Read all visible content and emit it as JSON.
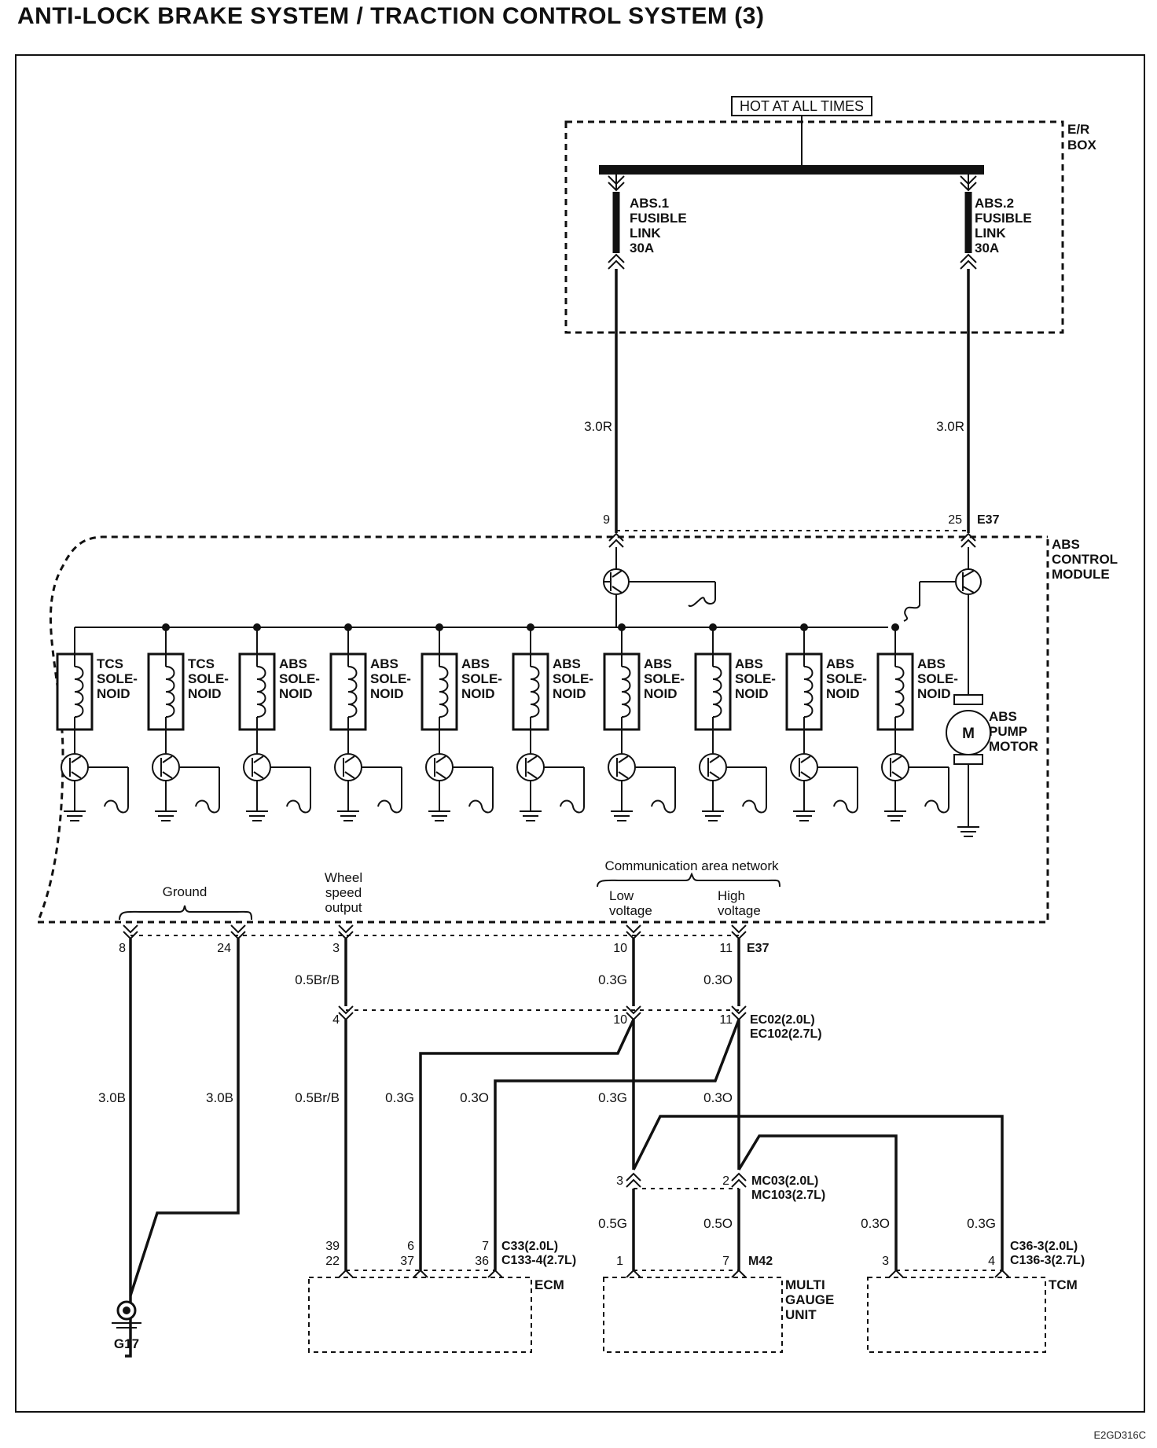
{
  "title": "ANTI-LOCK BRAKE SYSTEM / TRACTION CONTROL SYSTEM (3)",
  "diagram_code": "E2GD316C",
  "hot_label": "HOT AT ALL TIMES",
  "er_box": [
    "E/R",
    "BOX"
  ],
  "fusible_links": [
    {
      "lines": [
        "ABS.1",
        "FUSIBLE",
        "LINK",
        "30A"
      ]
    },
    {
      "lines": [
        "ABS.2",
        "FUSIBLE",
        "LINK",
        "30A"
      ]
    }
  ],
  "wire_3r": "3.0R",
  "pins_top": {
    "left": "9",
    "right": "25",
    "connector": "E37"
  },
  "module": [
    "ABS",
    "CONTROL",
    "MODULE"
  ],
  "solenoids": [
    {
      "lines": [
        "TCS",
        "SOLE-",
        "NOID"
      ]
    },
    {
      "lines": [
        "TCS",
        "SOLE-",
        "NOID"
      ]
    },
    {
      "lines": [
        "ABS",
        "SOLE-",
        "NOID"
      ]
    },
    {
      "lines": [
        "ABS",
        "SOLE-",
        "NOID"
      ]
    },
    {
      "lines": [
        "ABS",
        "SOLE-",
        "NOID"
      ]
    },
    {
      "lines": [
        "ABS",
        "SOLE-",
        "NOID"
      ]
    },
    {
      "lines": [
        "ABS",
        "SOLE-",
        "NOID"
      ]
    },
    {
      "lines": [
        "ABS",
        "SOLE-",
        "NOID"
      ]
    },
    {
      "lines": [
        "ABS",
        "SOLE-",
        "NOID"
      ]
    },
    {
      "lines": [
        "ABS",
        "SOLE-",
        "NOID"
      ]
    }
  ],
  "motor": {
    "symbol": "M",
    "lines": [
      "ABS",
      "PUMP",
      "MOTOR"
    ]
  },
  "ground_group": "Ground",
  "wheel_speed": [
    "Wheel",
    "speed",
    "output"
  ],
  "can": {
    "title": "Communication area network",
    "low": [
      "Low",
      "voltage"
    ],
    "high": [
      "High",
      "voltage"
    ]
  },
  "e37_pins": [
    "8",
    "24",
    "3",
    "10",
    "11"
  ],
  "e37": "E37",
  "wire": {
    "b30": "3.0B",
    "brb": "0.5Br/B",
    "g03": "0.3G",
    "o03": "0.3O",
    "g05": "0.5G",
    "o05": "0.5O"
  },
  "ec_pins": [
    "4",
    "10",
    "11"
  ],
  "ec_conn": [
    "EC02(2.0L)",
    "EC102(2.7L)"
  ],
  "mc_pins": [
    "3",
    "2"
  ],
  "mc_conn": [
    "MC03(2.0L)",
    "MC103(2.7L)"
  ],
  "ecm_pins_top": [
    "39",
    "6",
    "7"
  ],
  "ecm_pins_bottom": [
    "22",
    "37",
    "36"
  ],
  "c33": [
    "C33(2.0L)",
    "C133-4(2.7L)"
  ],
  "m42_pins": [
    "1",
    "7"
  ],
  "m42": "M42",
  "tcm_pins": [
    "3",
    "4"
  ],
  "c36": [
    "C36-3(2.0L)",
    "C136-3(2.7L)"
  ],
  "ecm": "ECM",
  "mgu": [
    "MULTI",
    "GAUGE",
    "UNIT"
  ],
  "tcm": "TCM",
  "g17": "G17"
}
